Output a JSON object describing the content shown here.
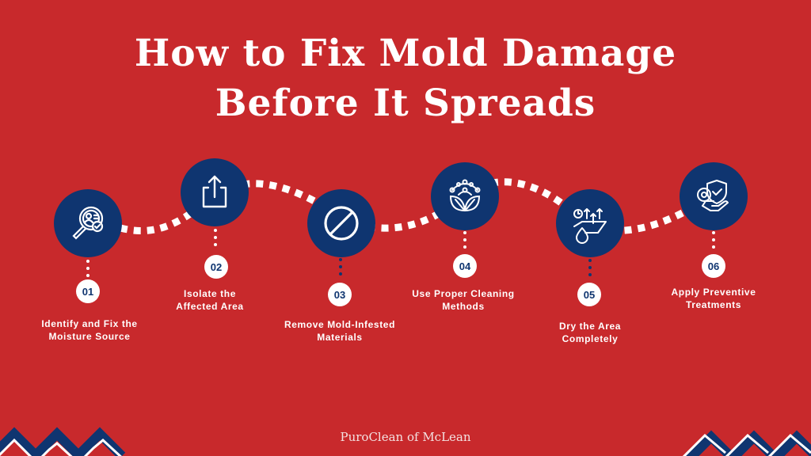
{
  "title": {
    "line1": "How to Fix Mold Damage",
    "line2": "Before It Spreads"
  },
  "colors": {
    "background": "#c8292c",
    "navy": "#0f3570",
    "white": "#ffffff"
  },
  "steps": [
    {
      "number": "01",
      "label_line1": "Identify and Fix the",
      "label_line2": "Moisture Source",
      "icon": "magnifier-profile-check-icon"
    },
    {
      "number": "02",
      "label_line1": "Isolate the",
      "label_line2": "Affected Area",
      "icon": "upload-box-icon"
    },
    {
      "number": "03",
      "label_line1": "Remove Mold-Infested",
      "label_line2": "Materials",
      "icon": "prohibited-icon"
    },
    {
      "number": "04",
      "label_line1": "Use Proper Cleaning",
      "label_line2": "Methods",
      "icon": "leaf-molecule-icon"
    },
    {
      "number": "05",
      "label_line1": "Dry the Area",
      "label_line2": "Completely",
      "icon": "evaporation-drop-icon"
    },
    {
      "number": "06",
      "label_line1": "Apply Preventive",
      "label_line2": "Treatments",
      "icon": "shield-hand-gear-icon"
    }
  ],
  "footer": {
    "brand": "PuroClean of McLean"
  }
}
